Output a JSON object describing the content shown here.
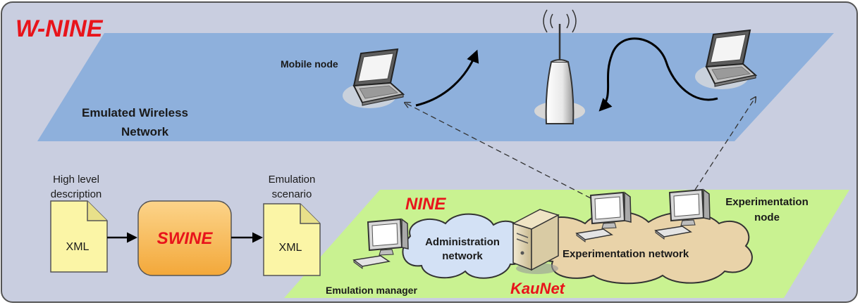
{
  "title": "W-NINE",
  "wireless_plane": {
    "label_line1": "Emulated Wireless",
    "label_line2": "Network",
    "mobile_node_label": "Mobile node"
  },
  "pipeline": {
    "input_caption_line1": "High level",
    "input_caption_line2": "description",
    "input_doc_label": "XML",
    "processor_label": "SWINE",
    "output_caption_line1": "Emulation",
    "output_caption_line2": "scenario",
    "output_doc_label": "XML"
  },
  "nine_plane": {
    "title": "NINE",
    "admin_network_line1": "Administration",
    "admin_network_line2": "network",
    "experimentation_network": "Experimentation network",
    "experimentation_node_line1": "Experimentation",
    "experimentation_node_line2": "node",
    "emulation_manager": "Emulation manager",
    "kaunet": "KauNet"
  },
  "colors": {
    "outer_bg": "#c9cee0",
    "wireless_plane": "#8eb0dc",
    "nine_plane": "#c9f291",
    "doc_fill": "#fbf5a6",
    "swine_fill": "#f7bd5e",
    "cloud_admin": "#d3e1f5",
    "cloud_exp": "#e9d3a9",
    "title_red": "#e8141b"
  }
}
